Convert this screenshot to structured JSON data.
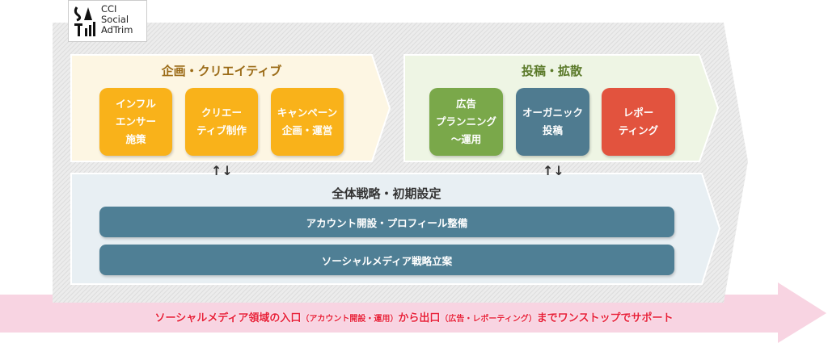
{
  "logo": {
    "lines": [
      "CCI",
      "Social",
      "AdTrim"
    ]
  },
  "planning": {
    "title": "企画・クリエイティブ",
    "tiles": [
      "インフル\nエンサー\n施策",
      "クリエー\nティブ制作",
      "キャンペーン\n企画・運営"
    ]
  },
  "posting": {
    "title": "投稿・拡散",
    "tiles": [
      "広告\nプランニング\n～運用",
      "オーガニック\n投稿",
      "レポー\nティング"
    ]
  },
  "exchange_arrows": "↑↓",
  "strategy": {
    "title": "全体戦略・初期設定",
    "bars": [
      "アカウント開設・プロフィール整備",
      "ソーシャルメディア戦略立案"
    ]
  },
  "banner": {
    "part1": "ソーシャルメディア領域の入口",
    "note1": "（アカウント開設・運用）",
    "part2": "から出口",
    "note2": "（広告・レポーティング）",
    "part3": "までワンストップでサポート"
  },
  "colors": {
    "orange": "#f9b21a",
    "green": "#7aa84a",
    "teal": "#4f7b90",
    "red": "#e2533e",
    "banner_text": "#e8203a"
  }
}
